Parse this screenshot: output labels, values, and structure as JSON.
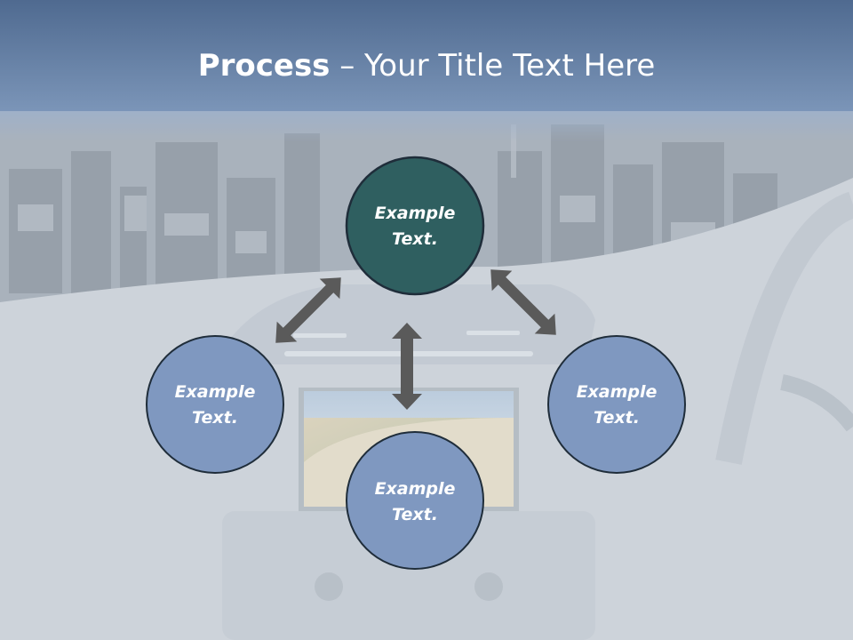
{
  "slide": {
    "title_bold": "Process",
    "title_rest": " – Your Title Text Here"
  },
  "nodes": [
    {
      "line1": "Example",
      "line2": "Text."
    },
    {
      "line1": "Example",
      "line2": "Text."
    },
    {
      "line1": "Example",
      "line2": "Text."
    },
    {
      "line1": "Example",
      "line2": "Text."
    }
  ],
  "colors": {
    "header_top": "#4f6a90",
    "header_bottom": "#7b95b8",
    "center_node": "#2f5f60",
    "outer_node": "#7f98c0",
    "node_outline": "#1f2d3a",
    "arrow": "#5a5a5a"
  }
}
